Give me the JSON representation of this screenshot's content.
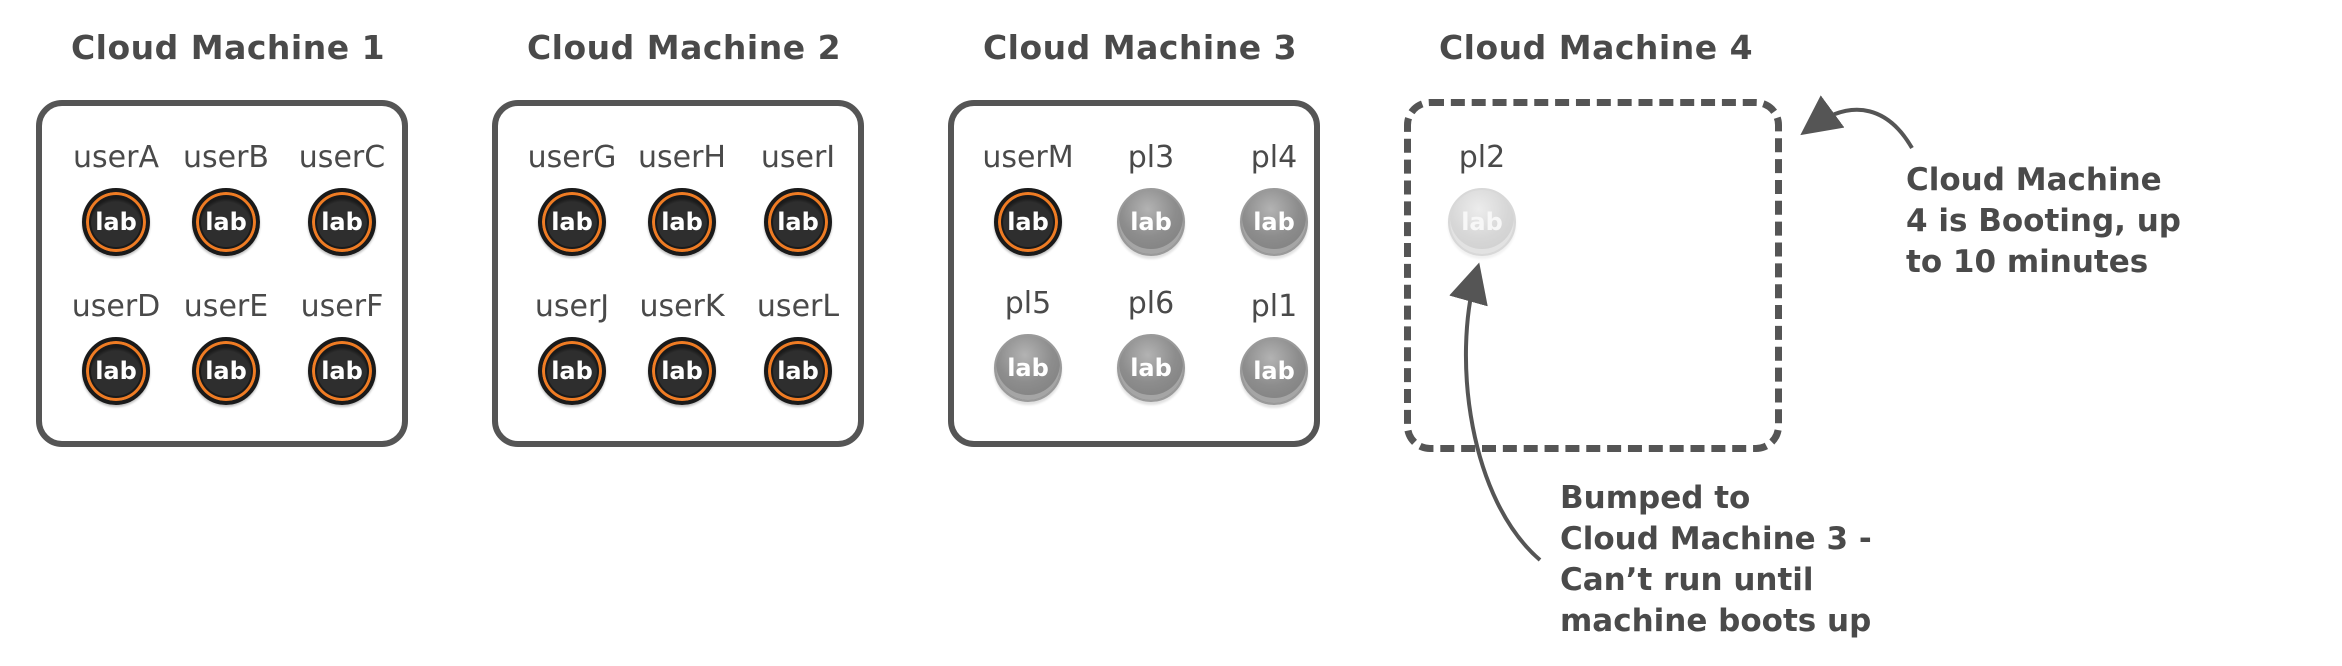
{
  "machines": [
    {
      "title": "Cloud Machine 1",
      "state": "running",
      "users": [
        {
          "name": "userA",
          "badge": "lab",
          "status": "active"
        },
        {
          "name": "userB",
          "badge": "lab",
          "status": "active"
        },
        {
          "name": "userC",
          "badge": "lab",
          "status": "active"
        },
        {
          "name": "userD",
          "badge": "lab",
          "status": "active"
        },
        {
          "name": "userE",
          "badge": "lab",
          "status": "active"
        },
        {
          "name": "userF",
          "badge": "lab",
          "status": "active"
        }
      ]
    },
    {
      "title": "Cloud Machine 2",
      "state": "running",
      "users": [
        {
          "name": "userG",
          "badge": "lab",
          "status": "active"
        },
        {
          "name": "userH",
          "badge": "lab",
          "status": "active"
        },
        {
          "name": "userI",
          "badge": "lab",
          "status": "active"
        },
        {
          "name": "userJ",
          "badge": "lab",
          "status": "active"
        },
        {
          "name": "userK",
          "badge": "lab",
          "status": "active"
        },
        {
          "name": "userL",
          "badge": "lab",
          "status": "active"
        }
      ]
    },
    {
      "title": "Cloud Machine 3",
      "state": "running",
      "users": [
        {
          "name": "userM",
          "badge": "lab",
          "status": "active"
        },
        {
          "name": "pl3",
          "badge": "lab",
          "status": "pending"
        },
        {
          "name": "pl4",
          "badge": "lab",
          "status": "pending"
        },
        {
          "name": "pl5",
          "badge": "lab",
          "status": "pending"
        },
        {
          "name": "pl6",
          "badge": "lab",
          "status": "pending"
        },
        {
          "name": "pl1",
          "badge": "lab",
          "status": "pending"
        }
      ]
    },
    {
      "title": "Cloud Machine 4",
      "state": "booting",
      "users": [
        {
          "name": "pl2",
          "badge": "lab",
          "status": "booting"
        }
      ]
    }
  ],
  "annotations": {
    "booting_note": [
      "Cloud Machine",
      "4 is Booting, up",
      "to 10 minutes"
    ],
    "bumped_note": [
      "Bumped to",
      "Cloud Machine 3 -",
      "Can’t run until",
      "machine boots up"
    ]
  },
  "colors": {
    "frame": "#555555",
    "text": "#4a4a4a",
    "badge_active": "#1b1b1b",
    "badge_ring": "#ef7c24",
    "badge_pending": "#8d8d8d",
    "badge_booting": "#d7d7d7"
  }
}
